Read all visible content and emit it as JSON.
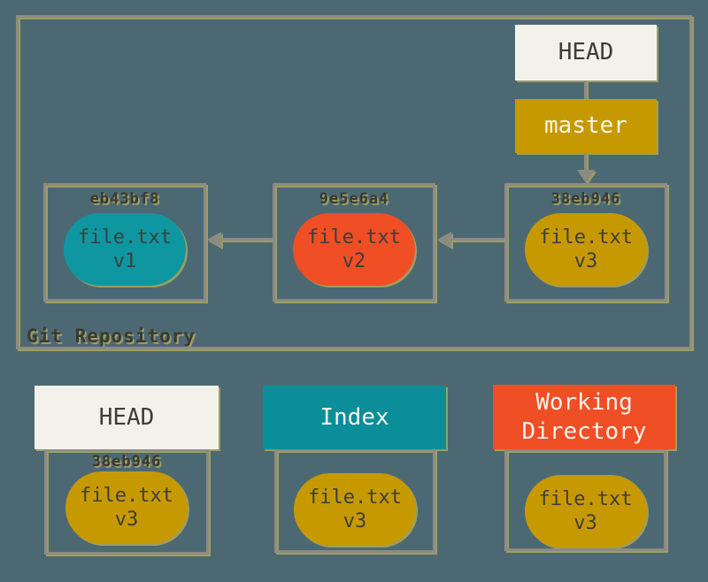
{
  "repo": {
    "label": "Git Repository",
    "head_label": "HEAD",
    "branch_label": "master",
    "commits": [
      {
        "hash": "eb43bf8",
        "file": "file.txt",
        "version": "v1"
      },
      {
        "hash": "9e5e6a4",
        "file": "file.txt",
        "version": "v2"
      },
      {
        "hash": "38eb946",
        "file": "file.txt",
        "version": "v3"
      }
    ]
  },
  "areas": {
    "head": {
      "title": "HEAD",
      "hash": "38eb946",
      "file": "file.txt",
      "version": "v3"
    },
    "index": {
      "title": "Index",
      "file": "file.txt",
      "version": "v3"
    },
    "working": {
      "title": "Working Directory",
      "file": "file.txt",
      "version": "v3"
    }
  },
  "colors": {
    "background": "#4C6973",
    "frame_border": "#8E8B83",
    "emboss_shadow": "#DECB52",
    "teal_blob": "#0F97A1",
    "teal_header": "#0A8E99",
    "orange": "#F04E25",
    "gold": "#C79900",
    "offwhite": "#F3F2EA",
    "dark_text": "#3A3933",
    "light_text": "#F6F3EA"
  }
}
